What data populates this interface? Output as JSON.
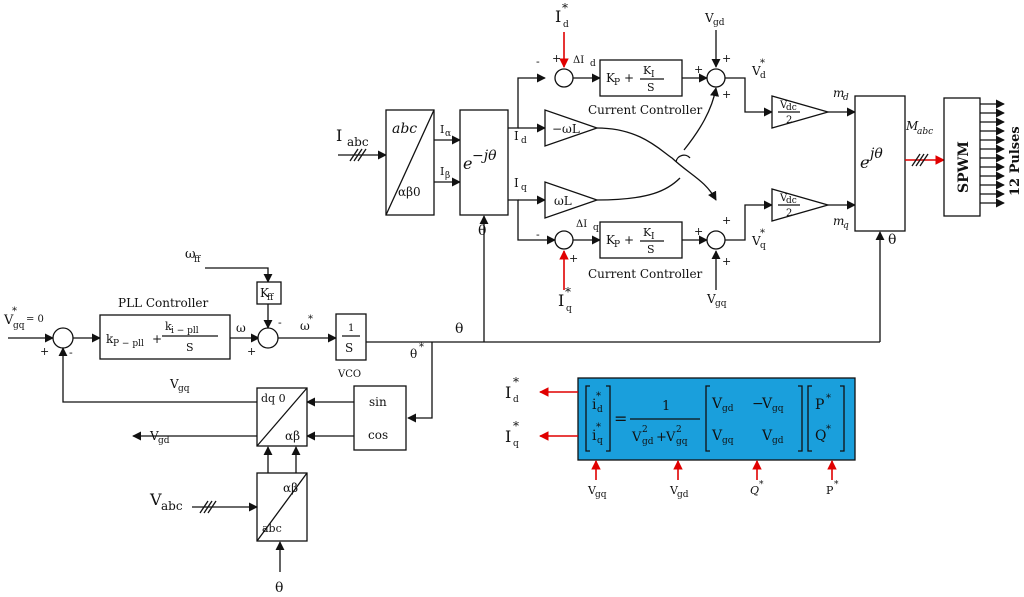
{
  "signals": {
    "I_abc": "I",
    "I_abc_sub": "abc",
    "I_alpha": "I",
    "alpha": "α",
    "I_beta": "I",
    "beta": "β",
    "I_d": "I",
    "I_q": "I",
    "d": "d",
    "q": "q",
    "Id_ref": "I",
    "star": "*",
    "Iq_ref": "I",
    "delta_Id": "ΔI",
    "delta_Iq": "ΔI",
    "Vgd": "V",
    "gd": "gd",
    "Vgq": "V",
    "gq": "gq",
    "Vd_ref": "V",
    "Vq_ref": "V",
    "md": "m",
    "mq": "m",
    "Mabc": "M",
    "abc": "abc",
    "theta": "θ",
    "theta_star": "θ",
    "omega": "ω",
    "omega_star": "ω",
    "omega_ff": "ω",
    "ff": "ff",
    "Vgq_ref": "V",
    "eq_zero": "= 0",
    "Vabc": "V",
    "Vgq_fb": "V",
    "Vgd_out": "V",
    "plus": "+",
    "minus": "-"
  },
  "blocks": {
    "abc_ab0_top": "abc",
    "abc_ab0_bottom": "αβ0",
    "park_e": "e",
    "park_exp": "−jθ",
    "ipark_e": "e",
    "ipark_exp": "jθ",
    "omegaL": "ωL",
    "minus_omegaL": "−ωL",
    "Kp": "K",
    "P": "P",
    "KI": "K",
    "I": "I",
    "S": "S",
    "current_controller": "Current Controller",
    "Vdc": "V",
    "dc": "dc",
    "two": "2",
    "spwm": "SPWM",
    "pulses": "12 Pulses",
    "pll_controller": "PLL Controller",
    "k": "k",
    "p_pll": "P − pll",
    "i_pll": "i − pll",
    "Kff": "K",
    "vco": "VCO",
    "one": "1",
    "sin": "sin",
    "cos": "cos",
    "dq0": "dq 0",
    "alphabeta": "αβ",
    "abc_small": "abc"
  },
  "equation": {
    "bg_color": "#1a9fdc",
    "i": "i",
    "d": "d",
    "q": "q",
    "star": "*",
    "equals": "=",
    "one": "1",
    "V": "V",
    "gd": "gd",
    "gq": "gq",
    "two": "2",
    "plus": "+",
    "minus": "−",
    "P": "P",
    "Q": "Q",
    "in_vgq": "V",
    "in_vgd": "V",
    "in_Q": "Q",
    "in_P": "P",
    "out_Id": "I",
    "out_Iq": "I"
  },
  "colors": {
    "arrow_red": "#e00000",
    "line": "#111111"
  }
}
